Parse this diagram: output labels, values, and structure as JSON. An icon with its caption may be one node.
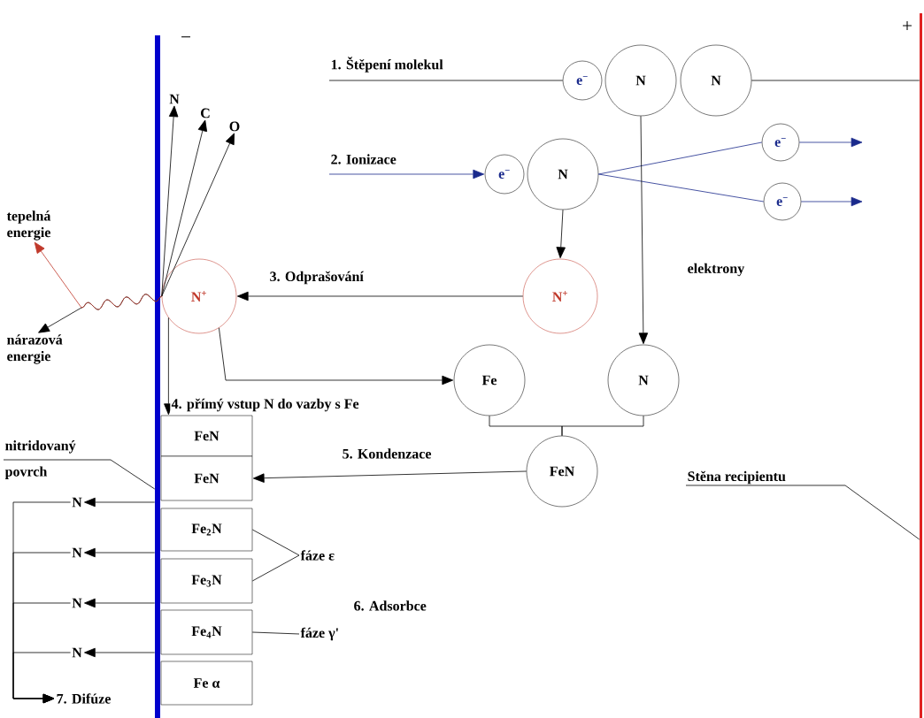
{
  "diagram": {
    "nodes": [
      {
        "text": [],
        "shape": "bar"
      },
      {
        "text": [],
        "shape": "bar"
      },
      {
        "text": [
          "e$^{−}$"
        ]
      },
      {
        "text": [
          "N"
        ]
      },
      {
        "text": [
          "N"
        ]
      },
      {
        "text": [
          "e$^{−}$"
        ]
      },
      {
        "text": [
          "N"
        ]
      },
      {
        "text": [
          "e$^{−}$"
        ]
      },
      {
        "text": [
          "e$^{−}$"
        ]
      },
      {
        "text": [
          "N$^{+}$"
        ]
      },
      {
        "text": [
          "N$^{+}$"
        ]
      },
      {
        "text": [
          "Fe"
        ]
      },
      {
        "text": [
          "N"
        ]
      },
      {
        "text": [
          "FeN"
        ]
      },
      {
        "text": [
          "FeN"
        ]
      },
      {
        "text": [
          "FeN"
        ]
      },
      {
        "text": [
          "Fe$_{2}$N"
        ]
      },
      {
        "text": [
          "Fe$_{3}$N"
        ]
      },
      {
        "text": [
          "Fe$_{4}$N"
        ]
      },
      {
        "text": [
          "Fe α"
        ]
      },
      {
        "text": [
          "N"
        ]
      },
      {
        "text": [
          "C"
        ]
      },
      {
        "text": [
          "O"
        ]
      },
      {
        "text": [
          "tepelná energie"
        ]
      },
      {
        "text": [
          "nárazová energie"
        ]
      },
      {
        "text": [
          "nitridovaný",
          "povrch"
        ]
      },
      {
        "text": [
          "N"
        ]
      },
      {
        "text": [
          "N"
        ]
      },
      {
        "text": [
          "N"
        ]
      },
      {
        "text": [
          "N"
        ]
      },
      {
        "text": [
          "7. Difúze"
        ]
      },
      {
        "text": [
          "fáze ε"
        ]
      },
      {
        "text": [
          "fáze γ'"
        ]
      },
      {
        "text": [
          "Stěna recipientu"
        ]
      }
    ],
    "edges": [
      {
        "from": null,
        "to": 2,
        "arrow": "none",
        "label": "1. Štěpení molekul"
      },
      {
        "from": 4,
        "to": 1,
        "arrow": "none"
      },
      {
        "from": null,
        "to": 5,
        "arrow": "to",
        "label": "2. Ionizace",
        "color": "#1a2a8c"
      },
      {
        "from": 6,
        "to": 7,
        "arrow": "none",
        "color": "#1a2a8c"
      },
      {
        "from": 6,
        "to": 8,
        "arrow": "none",
        "color": "#1a2a8c"
      },
      {
        "from": 7,
        "to": null,
        "arrow": "to",
        "color": "#1a2a8c"
      },
      {
        "from": 8,
        "to": null,
        "arrow": "to",
        "color": "#1a2a8c"
      },
      {
        "from": 3,
        "to": 12,
        "arrow": "to"
      },
      {
        "from": 6,
        "to": 9,
        "arrow": "to"
      },
      {
        "from": 9,
        "to": 10,
        "arrow": "to",
        "label": "3. Odprašování"
      },
      {
        "from": 10,
        "to": 11,
        "arrow": "to"
      },
      {
        "from": 11,
        "to": 13,
        "arrow": "none"
      },
      {
        "from": 12,
        "to": 13,
        "arrow": "none"
      },
      {
        "from": 13,
        "to": 15,
        "arrow": "to",
        "label": "5. Kondenzace"
      },
      {
        "from": 10,
        "to": 14,
        "arrow": "to",
        "label": "4. přímý vstup N do vazby s Fe"
      },
      {
        "from": 10,
        "to": 20,
        "arrow": "to"
      },
      {
        "from": 10,
        "to": 21,
        "arrow": "to"
      },
      {
        "from": 10,
        "to": 22,
        "arrow": "to"
      },
      {
        "from": 10,
        "to": 24,
        "arrow": "to"
      },
      {
        "from": 10,
        "to": 23,
        "arrow": "to",
        "color": "#c0392b"
      },
      {
        "from": 25,
        "to": 0,
        "arrow": "none"
      },
      {
        "from": 0,
        "to": 26,
        "arrow": "to"
      },
      {
        "from": 0,
        "to": 27,
        "arrow": "to"
      },
      {
        "from": 0,
        "to": 28,
        "arrow": "to"
      },
      {
        "from": 0,
        "to": 29,
        "arrow": "to"
      },
      {
        "from": 26,
        "to": 30,
        "arrow": "to"
      },
      {
        "from": 27,
        "to": 30,
        "arrow": "to"
      },
      {
        "from": 28,
        "to": 30,
        "arrow": "to"
      },
      {
        "from": 29,
        "to": 30,
        "arrow": "to"
      },
      {
        "from": 16,
        "to": 31,
        "arrow": "none"
      },
      {
        "from": 17,
        "to": 31,
        "arrow": "none"
      },
      {
        "from": 18,
        "to": 32,
        "arrow": "none"
      },
      {
        "from": 33,
        "to": 1,
        "arrow": "none"
      }
    ],
    "labels": [
      "−",
      "+",
      "elektrony",
      "6. Adsorbce"
    ]
  }
}
